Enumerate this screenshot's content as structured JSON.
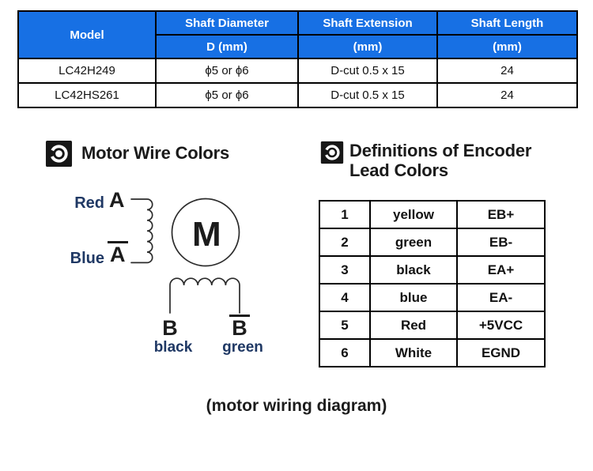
{
  "spec_table": {
    "columns": [
      {
        "label": "Model",
        "sub": ""
      },
      {
        "label": "Shaft Diameter",
        "sub": "D (mm)"
      },
      {
        "label": "Shaft Extension",
        "sub": "(mm)"
      },
      {
        "label": "Shaft Length",
        "sub": "(mm)"
      }
    ],
    "rows": [
      [
        "LC42H249",
        "ϕ5 or ϕ6",
        "D-cut 0.5 x 15",
        "24"
      ],
      [
        "LC42HS261",
        "ϕ5 or ϕ6",
        "D-cut 0.5 x 15",
        "24"
      ]
    ],
    "header_bg": "#1770E4",
    "header_text_color": "#FFFFFF"
  },
  "sections": {
    "motor_wire": {
      "title": "Motor Wire Colors"
    },
    "encoder": {
      "title_line1": "Definitions of Encoder",
      "title_line2": "Lead Colors"
    }
  },
  "wiring_diagram": {
    "motor_symbol": "M",
    "phase_a": {
      "terminal": "A",
      "color_label": "Red"
    },
    "phase_a_bar": {
      "terminal": "A",
      "color_label": "Blue"
    },
    "phase_b": {
      "terminal": "B",
      "color_label": "black"
    },
    "phase_b_bar": {
      "terminal": "B",
      "color_label": "green"
    },
    "label_color": "#1F3864"
  },
  "encoder_table": {
    "rows": [
      {
        "pin": "1",
        "color": "yellow",
        "signal": "EB+"
      },
      {
        "pin": "2",
        "color": "green",
        "signal": "EB-"
      },
      {
        "pin": "3",
        "color": "black",
        "signal": "EA+"
      },
      {
        "pin": "4",
        "color": "blue",
        "signal": "EA-"
      },
      {
        "pin": "5",
        "color": "Red",
        "signal": "+5VCC"
      },
      {
        "pin": "6",
        "color": "White",
        "signal": "EGND"
      }
    ]
  },
  "caption": "(motor wiring diagram)"
}
